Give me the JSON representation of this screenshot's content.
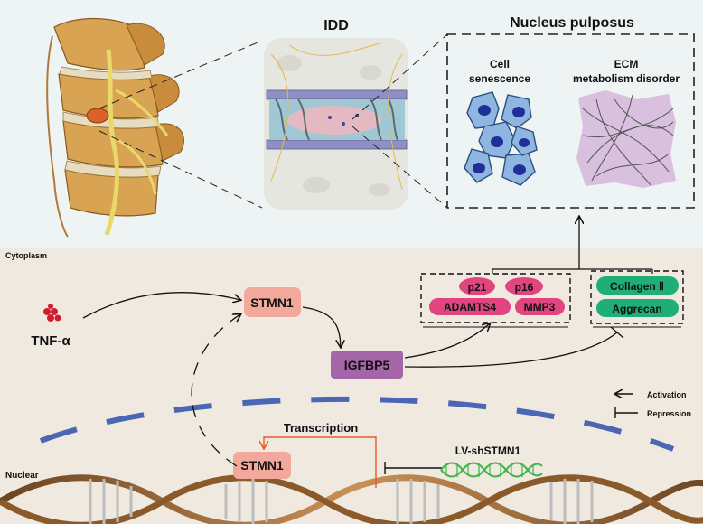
{
  "top": {
    "idd_title": "IDD",
    "np_title": "Nucleus pulposus",
    "cell_senescence_line1": "Cell",
    "cell_senescence_line2": "senescence",
    "ecm_line1": "ECM",
    "ecm_line2": "metabolism disorder"
  },
  "compartments": {
    "cytoplasm": "Cytoplasm",
    "nuclear": "Nuclear"
  },
  "nodes": {
    "tnf": "TNF-α",
    "stmn1_cyto": "STMN1",
    "igfbp5": "IGFBP5",
    "stmn1_nuc": "STMN1",
    "transcription": "Transcription",
    "lv_shstmn1": "LV-shSTMN1"
  },
  "markers_up": [
    "p21",
    "p16",
    "ADAMTS4",
    "MMP3"
  ],
  "markers_down": [
    "Collagen Ⅱ",
    "Aggrecan"
  ],
  "legend": {
    "activation": "Activation",
    "repression": "Repression"
  },
  "colors": {
    "pink_node": "#f2a89a",
    "purple_node": "#a466a8",
    "magenta_marker": "#e0457f",
    "green_marker": "#1fae78",
    "membrane_blue": "#4a66b5",
    "background_top": "#eef3f4",
    "background_bottom": "#efe9df"
  }
}
